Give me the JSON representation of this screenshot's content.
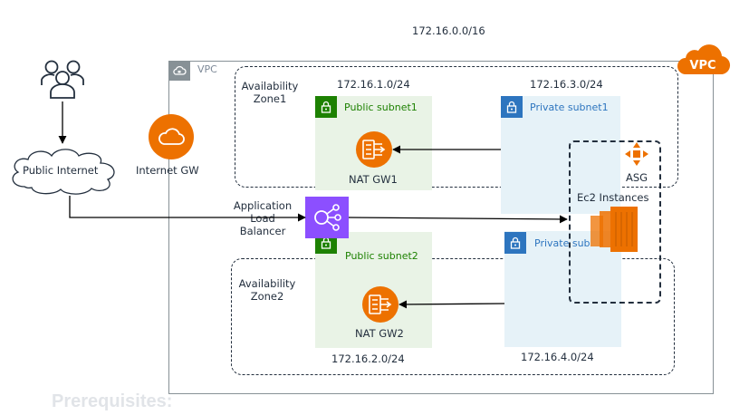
{
  "vpc_cidr": "172.16.0.0/16",
  "vpc_label": "VPC",
  "vpc_badge": "VPC",
  "users": {
    "icon": "users-icon"
  },
  "public_internet": {
    "label": "Public Internet"
  },
  "internet_gw": {
    "label": "Internet GW",
    "icon": "internet-gateway-icon"
  },
  "alb": {
    "label_line1": "Application",
    "label_line2": "Load",
    "label_line3": "Balancer",
    "icon": "load-balancer-icon"
  },
  "az1": {
    "label_line1": "Availability",
    "label_line2": "Zone1"
  },
  "az2": {
    "label_line1": "Availability",
    "label_line2": "Zone2"
  },
  "public_subnet1": {
    "label": "Public subnet1",
    "cidr": "172.16.1.0/24",
    "nat_label": "NAT GW1"
  },
  "public_subnet2": {
    "label": "Public subnet2",
    "cidr": "172.16.2.0/24",
    "nat_label": "NAT GW2"
  },
  "private_subnet1": {
    "label": "Private subnet1",
    "cidr": "172.16.3.0/24"
  },
  "private_subnet2": {
    "label": "Private sub",
    "cidr": "172.16.4.0/24"
  },
  "asg": {
    "label": "ASG",
    "instances_label": "Ec2 Instances"
  },
  "footer": {
    "prerequisites": "Prerequisites:"
  },
  "colors": {
    "aws_orange": "#ed7100",
    "public_green": "#1d8102",
    "private_blue": "#2d75bf",
    "alb_purple": "#8c4fff",
    "vpc_gray": "#879196"
  }
}
